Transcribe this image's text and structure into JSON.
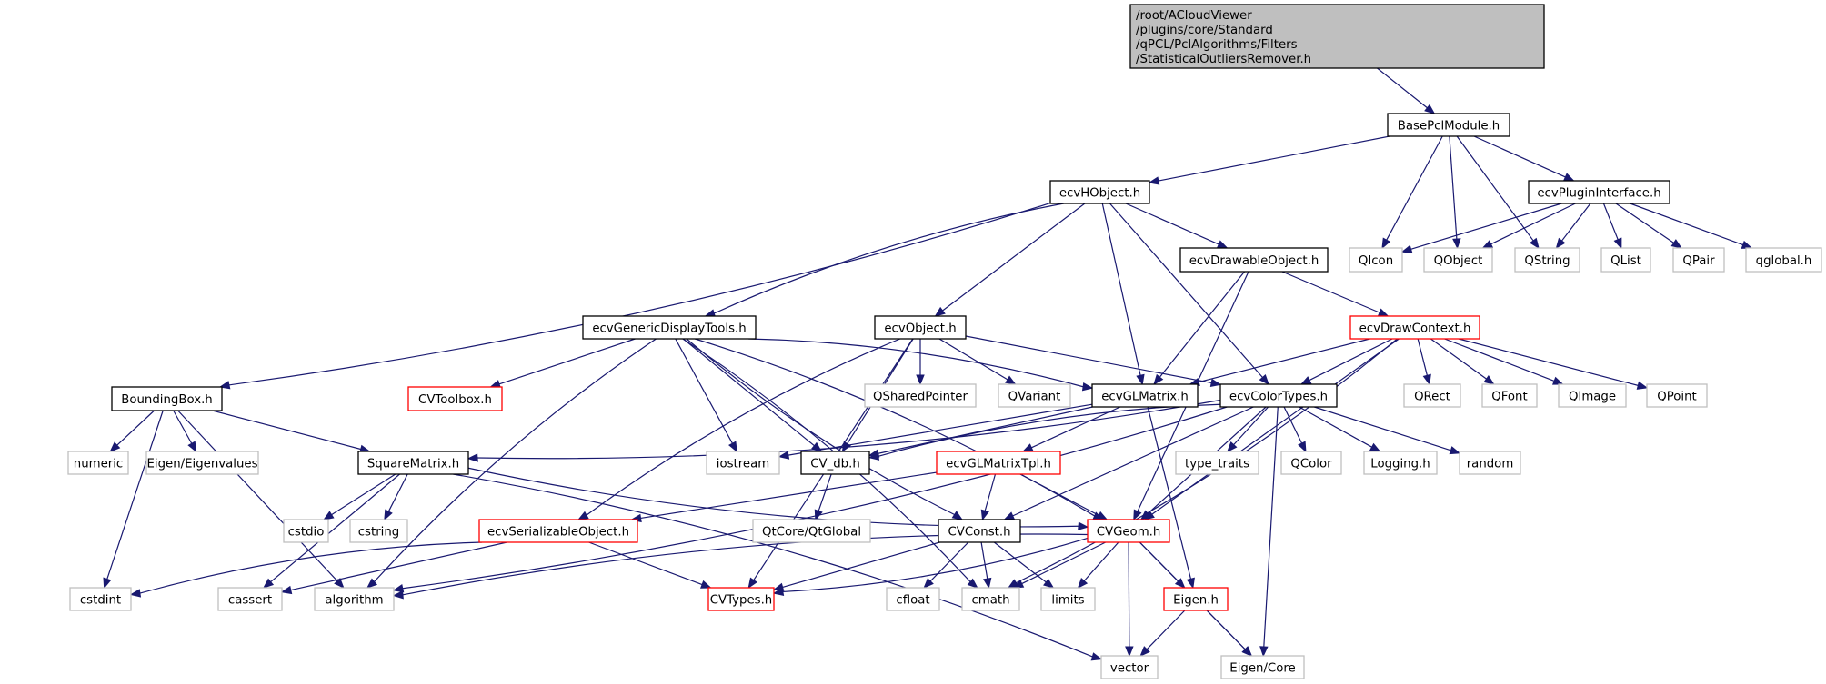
{
  "title": "Include dependency graph for StatisticalOutliersRemover.h",
  "colors": {
    "edge": "#191970",
    "root_fill": "#bfbfbf",
    "root_border": "#000000",
    "documented_border": "#000000",
    "truncated_border": "#ff0000",
    "external_border": "#bfbfbf",
    "node_fill": "#ffffff"
  },
  "nodes": [
    {
      "id": "root",
      "kind": "root",
      "lines": [
        "/root/ACloudViewer",
        "/plugins/core/Standard",
        "/qPCL/PclAlgorithms/Filters",
        "/StatisticalOutliersRemover.h"
      ]
    },
    {
      "id": "BasePclModule",
      "kind": "doc",
      "lines": [
        "BasePclModule.h"
      ]
    },
    {
      "id": "ecvHObject",
      "kind": "doc",
      "lines": [
        "ecvHObject.h"
      ]
    },
    {
      "id": "ecvPluginInterface",
      "kind": "doc",
      "lines": [
        "ecvPluginInterface.h"
      ]
    },
    {
      "id": "QIcon",
      "kind": "ext",
      "lines": [
        "QIcon"
      ]
    },
    {
      "id": "QObject",
      "kind": "ext",
      "lines": [
        "QObject"
      ]
    },
    {
      "id": "QString",
      "kind": "ext",
      "lines": [
        "QString"
      ]
    },
    {
      "id": "QList",
      "kind": "ext",
      "lines": [
        "QList"
      ]
    },
    {
      "id": "QPair",
      "kind": "ext",
      "lines": [
        "QPair"
      ]
    },
    {
      "id": "qglobal",
      "kind": "ext",
      "lines": [
        "qglobal.h"
      ]
    },
    {
      "id": "ecvDrawableObject",
      "kind": "doc",
      "lines": [
        "ecvDrawableObject.h"
      ]
    },
    {
      "id": "ecvGenericDisplayTools",
      "kind": "doc",
      "lines": [
        "ecvGenericDisplayTools.h"
      ]
    },
    {
      "id": "ecvObject",
      "kind": "doc",
      "lines": [
        "ecvObject.h"
      ]
    },
    {
      "id": "ecvDrawContext",
      "kind": "trunc",
      "lines": [
        "ecvDrawContext.h"
      ]
    },
    {
      "id": "BoundingBox",
      "kind": "doc",
      "lines": [
        "BoundingBox.h"
      ]
    },
    {
      "id": "CVToolbox",
      "kind": "trunc",
      "lines": [
        "CVToolbox.h"
      ]
    },
    {
      "id": "QSharedPointer",
      "kind": "ext",
      "lines": [
        "QSharedPointer"
      ]
    },
    {
      "id": "QVariant",
      "kind": "ext",
      "lines": [
        "QVariant"
      ]
    },
    {
      "id": "ecvGLMatrix",
      "kind": "doc",
      "lines": [
        "ecvGLMatrix.h"
      ]
    },
    {
      "id": "ecvColorTypes",
      "kind": "doc",
      "lines": [
        "ecvColorTypes.h"
      ]
    },
    {
      "id": "QRect",
      "kind": "ext",
      "lines": [
        "QRect"
      ]
    },
    {
      "id": "QFont",
      "kind": "ext",
      "lines": [
        "QFont"
      ]
    },
    {
      "id": "QImage",
      "kind": "ext",
      "lines": [
        "QImage"
      ]
    },
    {
      "id": "QPoint",
      "kind": "ext",
      "lines": [
        "QPoint"
      ]
    },
    {
      "id": "numeric",
      "kind": "ext",
      "lines": [
        "numeric"
      ]
    },
    {
      "id": "EigenEigenvalues",
      "kind": "ext",
      "lines": [
        "Eigen/Eigenvalues"
      ]
    },
    {
      "id": "SquareMatrix",
      "kind": "doc",
      "lines": [
        "SquareMatrix.h"
      ]
    },
    {
      "id": "iostream",
      "kind": "ext",
      "lines": [
        "iostream"
      ]
    },
    {
      "id": "CV_db",
      "kind": "doc",
      "lines": [
        "CV_db.h"
      ]
    },
    {
      "id": "ecvGLMatrixTpl",
      "kind": "trunc",
      "lines": [
        "ecvGLMatrixTpl.h"
      ]
    },
    {
      "id": "type_traits",
      "kind": "ext",
      "lines": [
        "type_traits"
      ]
    },
    {
      "id": "QColor",
      "kind": "ext",
      "lines": [
        "QColor"
      ]
    },
    {
      "id": "Logging",
      "kind": "ext",
      "lines": [
        "Logging.h"
      ]
    },
    {
      "id": "random",
      "kind": "ext",
      "lines": [
        "random"
      ]
    },
    {
      "id": "cstdio",
      "kind": "ext",
      "lines": [
        "cstdio"
      ]
    },
    {
      "id": "cstring",
      "kind": "ext",
      "lines": [
        "cstring"
      ]
    },
    {
      "id": "ecvSerializableObject",
      "kind": "trunc",
      "lines": [
        "ecvSerializableObject.h"
      ]
    },
    {
      "id": "QtGlobal",
      "kind": "ext",
      "lines": [
        "QtCore/QtGlobal"
      ]
    },
    {
      "id": "CVConst",
      "kind": "doc",
      "lines": [
        "CVConst.h"
      ]
    },
    {
      "id": "CVGeom",
      "kind": "trunc",
      "lines": [
        "CVGeom.h"
      ]
    },
    {
      "id": "cstdint",
      "kind": "ext",
      "lines": [
        "cstdint"
      ]
    },
    {
      "id": "cassert",
      "kind": "ext",
      "lines": [
        "cassert"
      ]
    },
    {
      "id": "algorithm",
      "kind": "ext",
      "lines": [
        "algorithm"
      ]
    },
    {
      "id": "CVTypes",
      "kind": "trunc",
      "lines": [
        "CVTypes.h"
      ]
    },
    {
      "id": "cfloat",
      "kind": "ext",
      "lines": [
        "cfloat"
      ]
    },
    {
      "id": "cmath",
      "kind": "ext",
      "lines": [
        "cmath"
      ]
    },
    {
      "id": "limits",
      "kind": "ext",
      "lines": [
        "limits"
      ]
    },
    {
      "id": "Eigen",
      "kind": "trunc",
      "lines": [
        "Eigen.h"
      ]
    },
    {
      "id": "vector",
      "kind": "ext",
      "lines": [
        "vector"
      ]
    },
    {
      "id": "EigenCore",
      "kind": "ext",
      "lines": [
        "Eigen/Core"
      ]
    }
  ],
  "edges": [
    [
      "root",
      "BasePclModule"
    ],
    [
      "BasePclModule",
      "ecvHObject"
    ],
    [
      "BasePclModule",
      "ecvPluginInterface"
    ],
    [
      "BasePclModule",
      "QIcon"
    ],
    [
      "BasePclModule",
      "QObject"
    ],
    [
      "BasePclModule",
      "QString"
    ],
    [
      "ecvPluginInterface",
      "QIcon"
    ],
    [
      "ecvPluginInterface",
      "QObject"
    ],
    [
      "ecvPluginInterface",
      "QString"
    ],
    [
      "ecvPluginInterface",
      "QList"
    ],
    [
      "ecvPluginInterface",
      "QPair"
    ],
    [
      "ecvPluginInterface",
      "qglobal"
    ],
    [
      "ecvHObject",
      "BoundingBox"
    ],
    [
      "ecvHObject",
      "ecvGenericDisplayTools"
    ],
    [
      "ecvHObject",
      "ecvObject"
    ],
    [
      "ecvHObject",
      "ecvGLMatrix"
    ],
    [
      "ecvHObject",
      "ecvColorTypes"
    ],
    [
      "ecvHObject",
      "ecvDrawableObject"
    ],
    [
      "ecvDrawableObject",
      "ecvGLMatrix"
    ],
    [
      "ecvDrawableObject",
      "ecvDrawContext"
    ],
    [
      "ecvDrawableObject",
      "CVGeom"
    ],
    [
      "ecvDrawContext",
      "ecvGLMatrix"
    ],
    [
      "ecvDrawContext",
      "ecvColorTypes"
    ],
    [
      "ecvDrawContext",
      "QRect"
    ],
    [
      "ecvDrawContext",
      "QFont"
    ],
    [
      "ecvDrawContext",
      "QImage"
    ],
    [
      "ecvDrawContext",
      "QPoint"
    ],
    [
      "ecvDrawContext",
      "CVGeom"
    ],
    [
      "ecvDrawContext",
      "cmath"
    ],
    [
      "ecvGenericDisplayTools",
      "CVToolbox"
    ],
    [
      "ecvGenericDisplayTools",
      "ecvGLMatrix"
    ],
    [
      "ecvGenericDisplayTools",
      "iostream"
    ],
    [
      "ecvGenericDisplayTools",
      "CV_db"
    ],
    [
      "ecvGenericDisplayTools",
      "CVConst"
    ],
    [
      "ecvGenericDisplayTools",
      "cmath"
    ],
    [
      "ecvGenericDisplayTools",
      "algorithm"
    ],
    [
      "ecvGenericDisplayTools",
      "CVGeom"
    ],
    [
      "ecvObject",
      "ecvSerializableObject"
    ],
    [
      "ecvObject",
      "CVTypes"
    ],
    [
      "ecvObject",
      "CV_db"
    ],
    [
      "ecvObject",
      "QSharedPointer"
    ],
    [
      "ecvObject",
      "QVariant"
    ],
    [
      "ecvObject",
      "ecvColorTypes"
    ],
    [
      "BoundingBox",
      "numeric"
    ],
    [
      "BoundingBox",
      "EigenEigenvalues"
    ],
    [
      "BoundingBox",
      "SquareMatrix"
    ],
    [
      "BoundingBox",
      "cstdint"
    ],
    [
      "BoundingBox",
      "algorithm"
    ],
    [
      "ecvGLMatrix",
      "ecvGLMatrixTpl"
    ],
    [
      "ecvGLMatrix",
      "CV_db"
    ],
    [
      "ecvGLMatrix",
      "iostream"
    ],
    [
      "ecvGLMatrix",
      "Eigen"
    ],
    [
      "ecvColorTypes",
      "SquareMatrix"
    ],
    [
      "ecvColorTypes",
      "CV_db"
    ],
    [
      "ecvColorTypes",
      "type_traits"
    ],
    [
      "ecvColorTypes",
      "QColor"
    ],
    [
      "ecvColorTypes",
      "Logging"
    ],
    [
      "ecvColorTypes",
      "random"
    ],
    [
      "ecvColorTypes",
      "CVConst"
    ],
    [
      "ecvColorTypes",
      "CVGeom"
    ],
    [
      "ecvColorTypes",
      "algorithm"
    ],
    [
      "ecvColorTypes",
      "EigenCore"
    ],
    [
      "SquareMatrix",
      "cstdio"
    ],
    [
      "SquareMatrix",
      "cstring"
    ],
    [
      "SquareMatrix",
      "cassert"
    ],
    [
      "SquareMatrix",
      "CVGeom"
    ],
    [
      "SquareMatrix",
      "vector"
    ],
    [
      "CV_db",
      "QtGlobal"
    ],
    [
      "ecvGLMatrixTpl",
      "ecvSerializableObject"
    ],
    [
      "ecvGLMatrixTpl",
      "CVConst"
    ],
    [
      "ecvGLMatrixTpl",
      "CVGeom"
    ],
    [
      "ecvSerializableObject",
      "cstdint"
    ],
    [
      "ecvSerializableObject",
      "cassert"
    ],
    [
      "ecvSerializableObject",
      "CVTypes"
    ],
    [
      "CVConst",
      "CVTypes"
    ],
    [
      "CVConst",
      "cfloat"
    ],
    [
      "CVConst",
      "cmath"
    ],
    [
      "CVConst",
      "limits"
    ],
    [
      "CVGeom",
      "CVTypes"
    ],
    [
      "CVGeom",
      "algorithm"
    ],
    [
      "CVGeom",
      "cmath"
    ],
    [
      "CVGeom",
      "limits"
    ],
    [
      "CVGeom",
      "Eigen"
    ],
    [
      "CVGeom",
      "vector"
    ],
    [
      "CVGeom",
      "EigenCore"
    ],
    [
      "Eigen",
      "vector"
    ],
    [
      "Eigen",
      "EigenCore"
    ]
  ]
}
